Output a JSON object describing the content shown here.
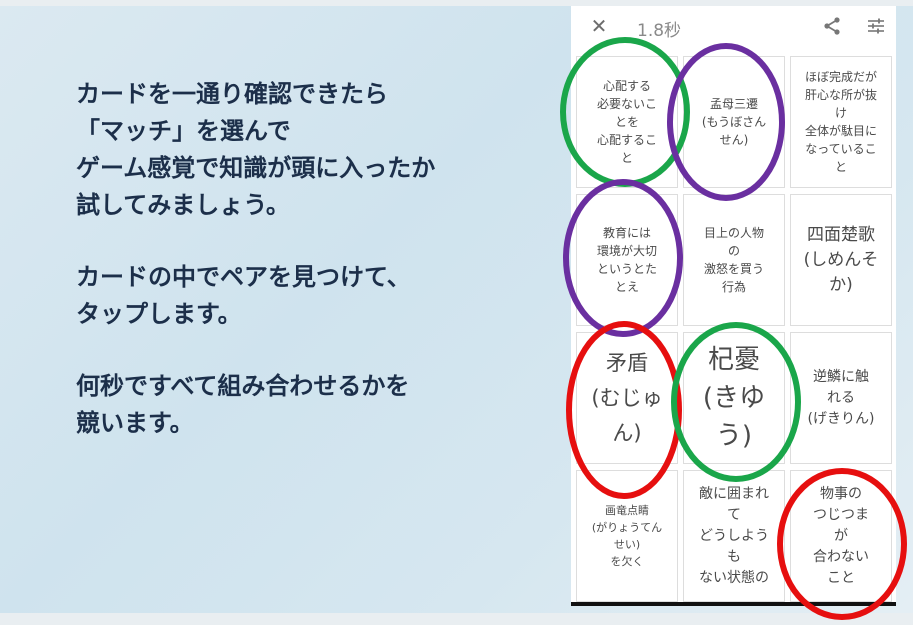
{
  "slide": {
    "paragraphs": [
      [
        "カードを一通り確認できたら",
        "「マッチ」を選んで",
        "ゲーム感覚で知識が頭に入ったか",
        "試してみましょう。"
      ],
      [
        "カードの中でペアを見つけて、",
        "タップします。"
      ],
      [
        "何秒ですべて組み合わせるかを",
        "競います。"
      ]
    ]
  },
  "app": {
    "close_icon": "close-icon",
    "timer": "1.8秒",
    "share_icon": "share-icon",
    "settings_icon": "settings-icon"
  },
  "cards": [
    {
      "text": "心配する\n必要ないこ\nとを\n心配するこ\nと"
    },
    {
      "text": "孟母三遷\n(もうぼさん\nせん)"
    },
    {
      "text": "ほぼ完成だが\n肝心な所が抜\nけ\n全体が駄目に\nなっているこ\nと"
    },
    {
      "text": "教育には\n環境が大切\nというとた\nとえ"
    },
    {
      "text": "目上の人物\nの\n激怒を買う\n行為"
    },
    {
      "text": "四面楚歌\n(しめんそ\nか)"
    },
    {
      "text": "矛盾\n(むじゅ\nん)"
    },
    {
      "text": "杞憂\n(きゆ\nう)"
    },
    {
      "text": "逆鱗に触\nれる\n(げきりん)"
    },
    {
      "text": "画竜点睛\n(がりょうてん\nせい)\nを欠く"
    },
    {
      "text": "敵に囲まれ\nて\nどうしよう\nも\nない状態の"
    },
    {
      "text": "物事の\nつじつま\nが\n合わない\nこと"
    }
  ],
  "annotations": {
    "green": "#1aa64a",
    "purple": "#6a2fa0",
    "red": "#e60f0f"
  }
}
